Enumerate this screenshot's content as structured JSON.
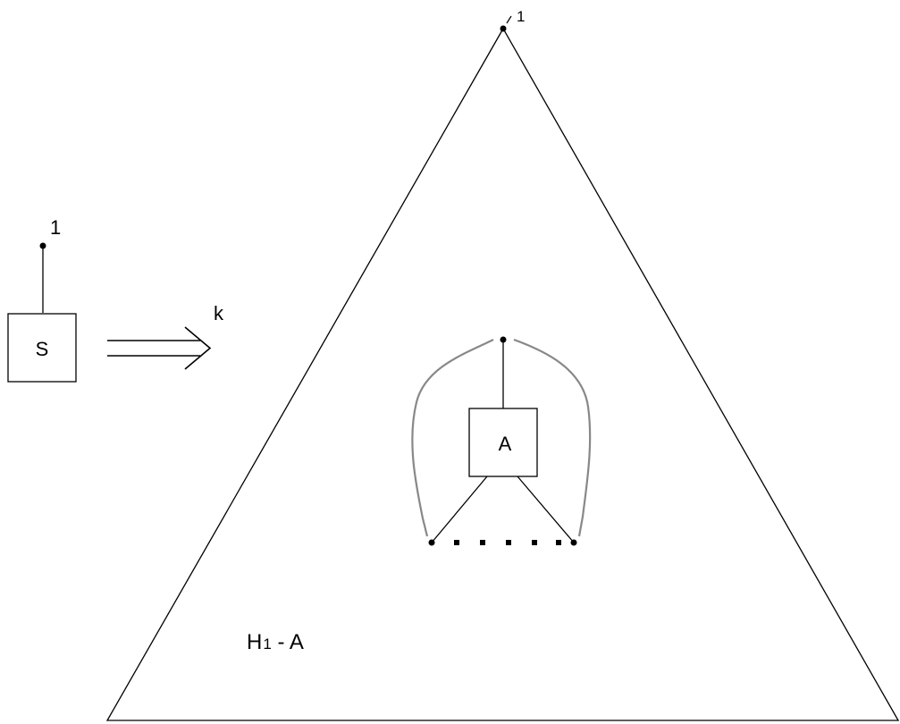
{
  "left_figure": {
    "top_label": "1",
    "box_label": "S"
  },
  "arrow": {
    "label": "k"
  },
  "right_figure": {
    "top_label": "1",
    "box_label": "A",
    "region_label_main": "H",
    "region_label_sub": "1",
    "region_label_rest": " - A"
  },
  "colors": {
    "stroke": "#000000",
    "curve": "#888888"
  }
}
